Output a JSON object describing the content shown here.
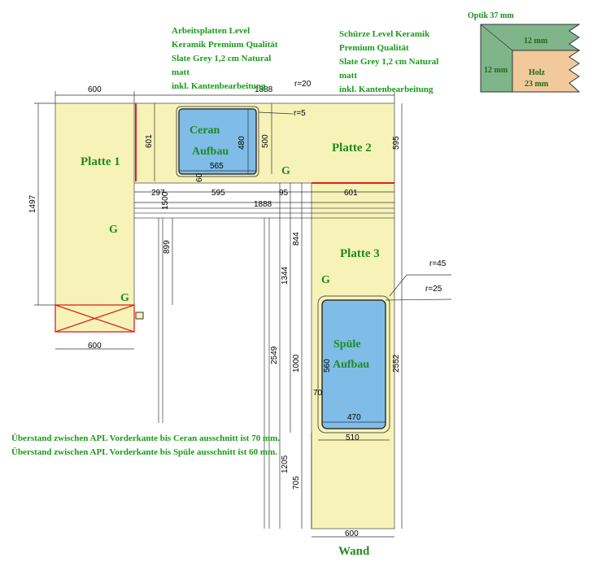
{
  "notes": {
    "arbeitsplatte": [
      "Arbeitsplatten Level",
      "Keramik Premium Qualität",
      "Slate Grey 1,2 cm Natural",
      "matt",
      "inkl. Kantenbearbeitung"
    ],
    "schuerze": [
      "Schürze Level Keramik",
      "Premium Qualität",
      "Slate Grey 1,2 cm Natural",
      "matt",
      "inkl. Kantenbearbeitung"
    ],
    "ueberstand": [
      "Überstand zwischen APL Vorderkante bis Ceran ausschnitt ist 70 mm.",
      "Überstand zwischen APL Vorderkante bis Spüle ausschnitt ist 60 mm."
    ]
  },
  "optik": {
    "title": "Optik 37 mm",
    "top": "12 mm",
    "side": "12 mm",
    "holz": "Holz",
    "holz_mm": "23 mm"
  },
  "labels": {
    "platte1": "Platte 1",
    "platte2": "Platte 2",
    "platte3": "Platte 3",
    "g": "G",
    "ceran1": "Ceran",
    "ceran2": "Aufbau",
    "spuele1": "Spüle",
    "spuele2": "Aufbau",
    "wand": "Wand"
  },
  "dims": {
    "d600top": "600",
    "d1888top": "1888",
    "r20": "r=20",
    "r5": "r=5",
    "d601a": "601",
    "d1497": "1497",
    "d480": "480",
    "d500": "500",
    "d565": "565",
    "d60": "60",
    "d595right": "595",
    "d297": "297",
    "d595": "595",
    "d95": "95",
    "d601b": "601",
    "d1500": "1500",
    "d1888mid": "1888",
    "d899": "899",
    "d844": "844",
    "d1344": "1344",
    "d2549": "2549",
    "d1000": "1000",
    "d560": "560",
    "d70": "70",
    "d1205": "1205",
    "d705": "705",
    "d2552": "2552",
    "d470": "470",
    "d510": "510",
    "r45": "r=45",
    "r25": "r=25",
    "d600left": "600",
    "d600bottom": "600"
  }
}
